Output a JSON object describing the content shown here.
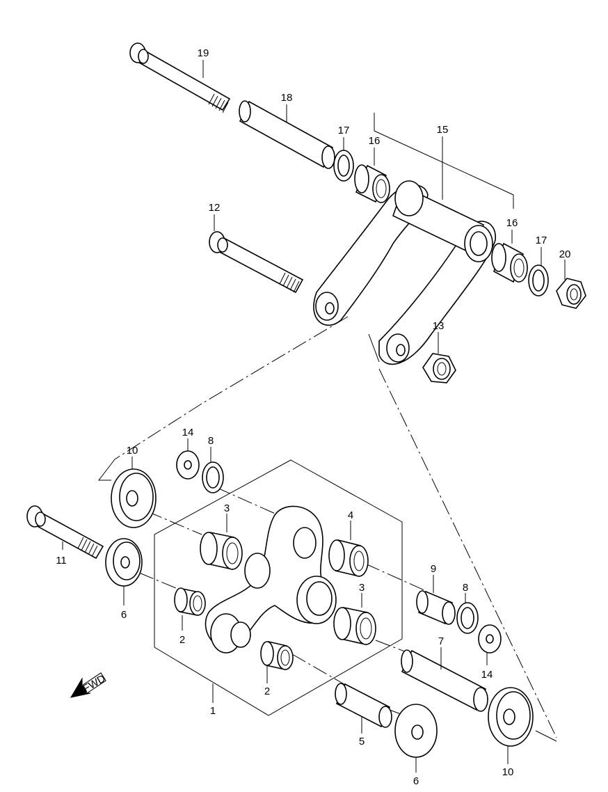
{
  "callouts": {
    "c1": "1",
    "c2a": "2",
    "c2b": "2",
    "c3a": "3",
    "c3b": "3",
    "c4": "4",
    "c5": "5",
    "c6a": "6",
    "c6b": "6",
    "c7": "7",
    "c8a": "8",
    "c8b": "8",
    "c9": "9",
    "c10a": "10",
    "c10b": "10",
    "c11": "11",
    "c12": "12",
    "c13": "13",
    "c14a": "14",
    "c14b": "14",
    "c15": "15",
    "c16a": "16",
    "c16b": "16",
    "c17a": "17",
    "c17b": "17",
    "c18": "18",
    "c19": "19",
    "c20": "20"
  },
  "fwd_label": "FWD",
  "colors": {
    "line": "#000000",
    "background": "#ffffff"
  }
}
